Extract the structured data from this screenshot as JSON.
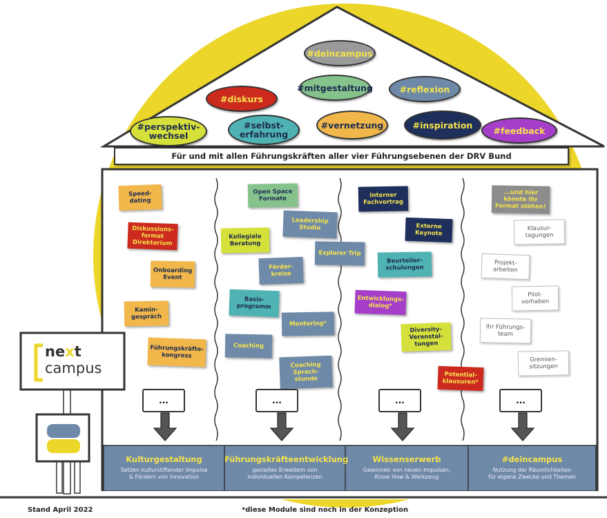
{
  "colors": {
    "yellow": "#ecd62a",
    "roof_border": "#333333",
    "base_blue": "#6f8aa8",
    "title_yellow": "#f5e34d"
  },
  "roof_tags": [
    {
      "label": "#deincampus",
      "color": "#9a9a9a",
      "text": "#f5e34d"
    },
    {
      "label": "#diskurs",
      "color": "#cc2a1e",
      "text": "#f5e34d"
    },
    {
      "label": "#mitgestaltung",
      "color": "#86c38c",
      "text": "#1d2b4f"
    },
    {
      "label": "#reflexion",
      "color": "#6f8aa8",
      "text": "#f5e34d"
    },
    {
      "label": "#perspektiv-\nwechsel",
      "color": "#d6e03a",
      "text": "#1d2b4f"
    },
    {
      "label": "#selbst-\nerfahrung",
      "color": "#4fb3b3",
      "text": "#1d2b4f"
    },
    {
      "label": "#vernetzung",
      "color": "#f1b74a",
      "text": "#1d2b4f"
    },
    {
      "label": "#inspiration",
      "color": "#1e2f5c",
      "text": "#f5e34d"
    },
    {
      "label": "#feedback",
      "color": "#a53fc9",
      "text": "#f5e34d"
    }
  ],
  "banner": "Für und mit allen Führungskräften aller vier Führungsebenen der DRV Bund",
  "col1_notes": [
    {
      "text": "Speed-\ndating",
      "color": "#f1b74a",
      "fg": "#1d2b4f"
    },
    {
      "text": "Diskussions-\nformat\nDirektorium",
      "color": "#cc2a1e",
      "fg": "#f5e34d"
    },
    {
      "text": "Onboarding\nEvent",
      "color": "#f1b74a",
      "fg": "#1d2b4f"
    },
    {
      "text": "Kamin-\ngespräch",
      "color": "#f1b74a",
      "fg": "#1d2b4f"
    },
    {
      "text": "Führungskräfte-\nkongress",
      "color": "#f1b74a",
      "fg": "#1d2b4f"
    }
  ],
  "col2_notes": [
    {
      "text": "Open Space\nFormate",
      "color": "#86c38c",
      "fg": "#1d2b4f"
    },
    {
      "text": "Leadership\nStudio",
      "color": "#6f8aa8",
      "fg": "#f5e34d"
    },
    {
      "text": "Kollegiale\nBeratung",
      "color": "#d6e03a",
      "fg": "#1d2b4f"
    },
    {
      "text": "Explorer Trip",
      "color": "#6f8aa8",
      "fg": "#f5e34d"
    },
    {
      "text": "Förder-\nkreise",
      "color": "#6f8aa8",
      "fg": "#f5e34d"
    },
    {
      "text": "Basis-\nprogramm",
      "color": "#4fb3b3",
      "fg": "#1d2b4f"
    },
    {
      "text": "Mentoring*",
      "color": "#6f8aa8",
      "fg": "#f5e34d"
    },
    {
      "text": "Coaching",
      "color": "#6f8aa8",
      "fg": "#f5e34d"
    },
    {
      "text": "Coaching\nSprech-\nstunde",
      "color": "#6f8aa8",
      "fg": "#f5e34d"
    }
  ],
  "col3_notes": [
    {
      "text": "Interner\nFachvortrag",
      "color": "#1e2f5c",
      "fg": "#f5e34d"
    },
    {
      "text": "Externe\nKeynote",
      "color": "#1e2f5c",
      "fg": "#f5e34d"
    },
    {
      "text": "Beurteiler-\nschulungen",
      "color": "#4fb3b3",
      "fg": "#1d2b4f"
    },
    {
      "text": "Entwicklungs-\ndialog*",
      "color": "#a53fc9",
      "fg": "#f5e34d"
    },
    {
      "text": "Diversity-\nVeranstal-\ntungen",
      "color": "#d6e03a",
      "fg": "#1d2b4f"
    },
    {
      "text": "Potential-\nklausuren*",
      "color": "#cc2a1e",
      "fg": "#f5e34d"
    }
  ],
  "col4_notes": [
    {
      "text": "...und hier\nkönnte Ihr\nFormat stehen!",
      "color": "#8c8c8c",
      "fg": "#f5e34d"
    },
    {
      "text": "Klausur-\ntagungen"
    },
    {
      "text": "Projekt-\narbeiten"
    },
    {
      "text": "Pilot-\nvorhaben"
    },
    {
      "text": "Ihr Führungs-\nteam"
    },
    {
      "text": "Gremien-\nsitzungen"
    }
  ],
  "placeholder": "...",
  "pillars": [
    {
      "title": "Kulturgestaltung",
      "sub": "Setzen kulturstiftender Impulse\n& Fördern von Innovation"
    },
    {
      "title": "Führungskräfteentwicklung",
      "sub": "gezieltes Erweitern von\nindividuellen Kompetenzen"
    },
    {
      "title": "Wissenserwerb",
      "sub": "Gewinnen von neuen Impulsen,\nKnow How & Werkzeug"
    },
    {
      "title": "#deincampus",
      "sub": "Nutzung der Räumlichkeiten\nfür eigene Zwecke und Themen"
    }
  ],
  "sign": {
    "line1_a": "ne",
    "line1_b": "x",
    "line1_c": "t",
    "line2": "campus"
  },
  "footer_left": "Stand April 2022",
  "footer_center": "*diese Module sind noch in der Konzeption"
}
